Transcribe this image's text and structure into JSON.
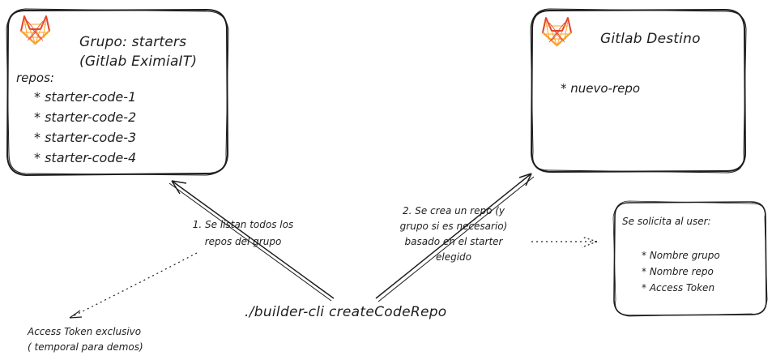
{
  "source_box": {
    "title_line1": "Grupo: starters",
    "title_line2": "(Gitlab EximiaIT)",
    "repos_label": "repos:",
    "repos": [
      "* starter-code-1",
      "* starter-code-2",
      "* starter-code-3",
      "* starter-code-4"
    ]
  },
  "dest_box": {
    "title": "Gitlab Destino",
    "item": "* nuevo-repo"
  },
  "user_box": {
    "title": "Se solicita al user:",
    "items": [
      "* Nombre grupo",
      "* Nombre repo",
      "* Access Token"
    ]
  },
  "step1": {
    "line1": "1. Se listan todos los",
    "line2": "repos del grupo"
  },
  "step2": {
    "line1": "2. Se crea un repo (y",
    "line2": "grupo si es necesario)",
    "line3": "basado en el starter",
    "line4": "elegido"
  },
  "token_note": {
    "line1": "Access Token exclusivo",
    "line2": "( temporal para demos)"
  },
  "command": "./builder-cli createCodeRepo",
  "colors": {
    "stroke": "#1e1e1e",
    "gitlab_orange": "#e2432a",
    "gitlab_light": "#fca326"
  },
  "icons": [
    "gitlab-fox-icon",
    "gitlab-fox-icon"
  ]
}
